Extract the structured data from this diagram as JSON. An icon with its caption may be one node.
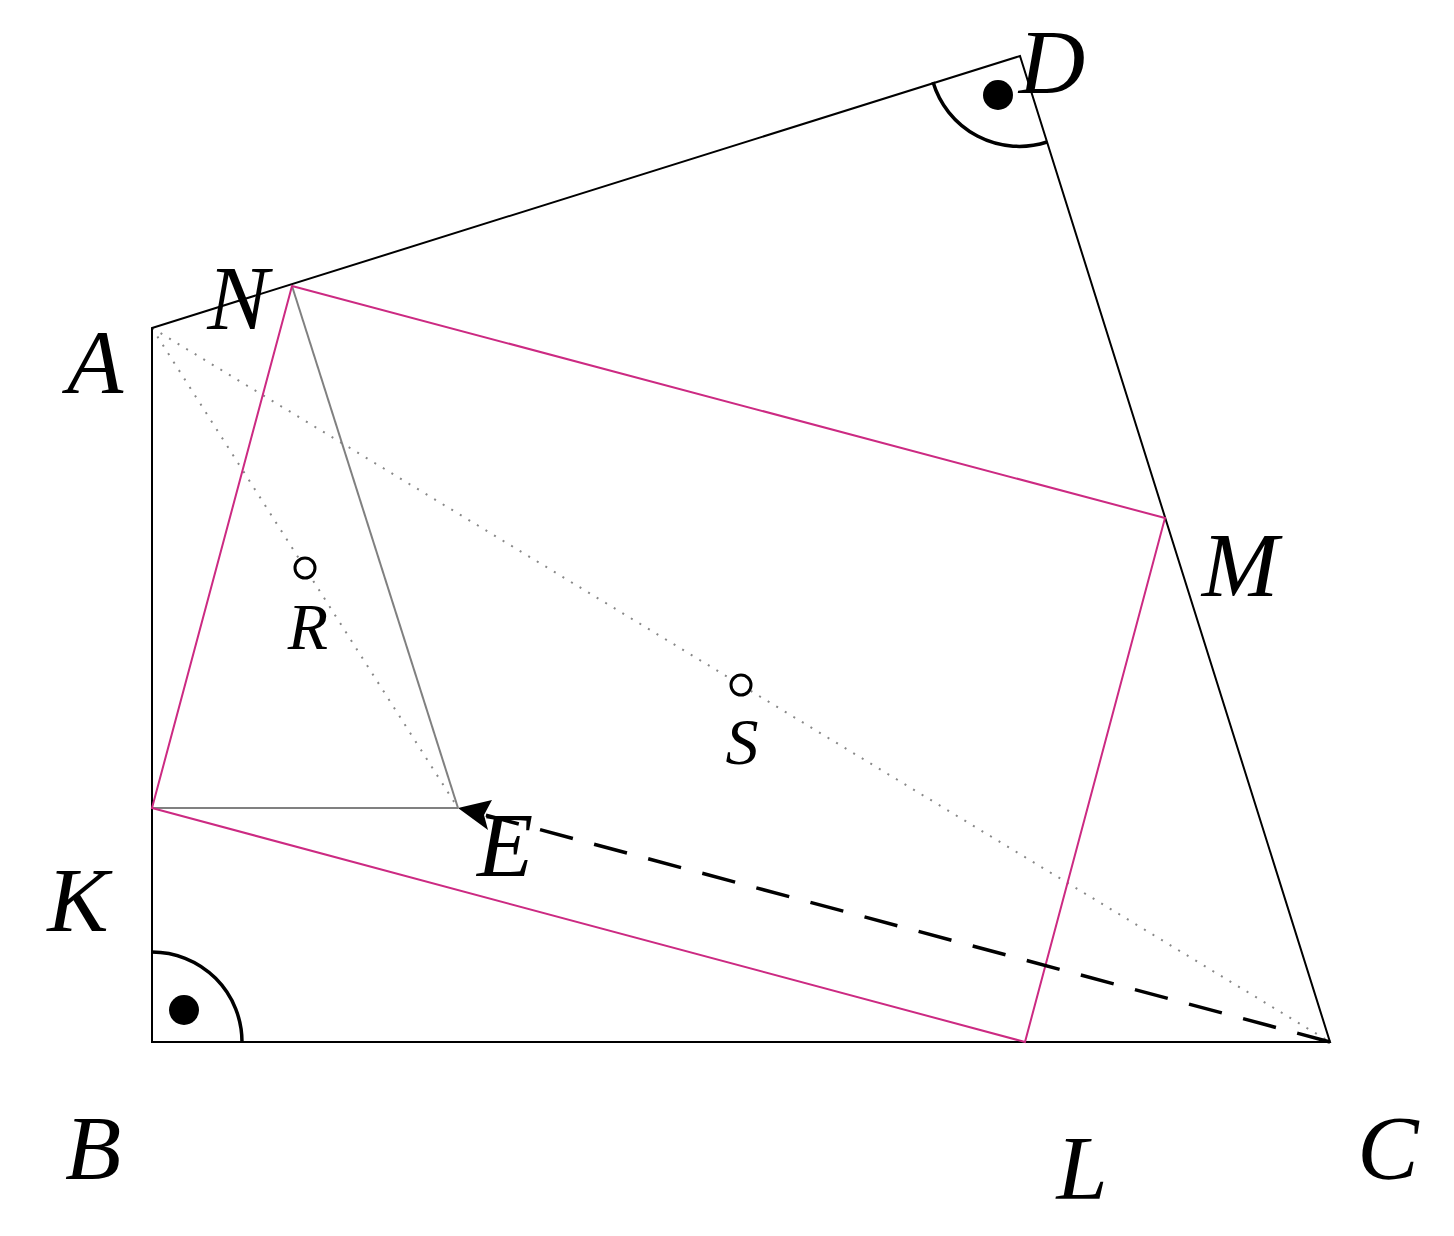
{
  "diagram": {
    "labels": [
      "D",
      "N",
      "A",
      "M",
      "R",
      "S",
      "E",
      "K",
      "B",
      "L",
      "C"
    ]
  }
}
